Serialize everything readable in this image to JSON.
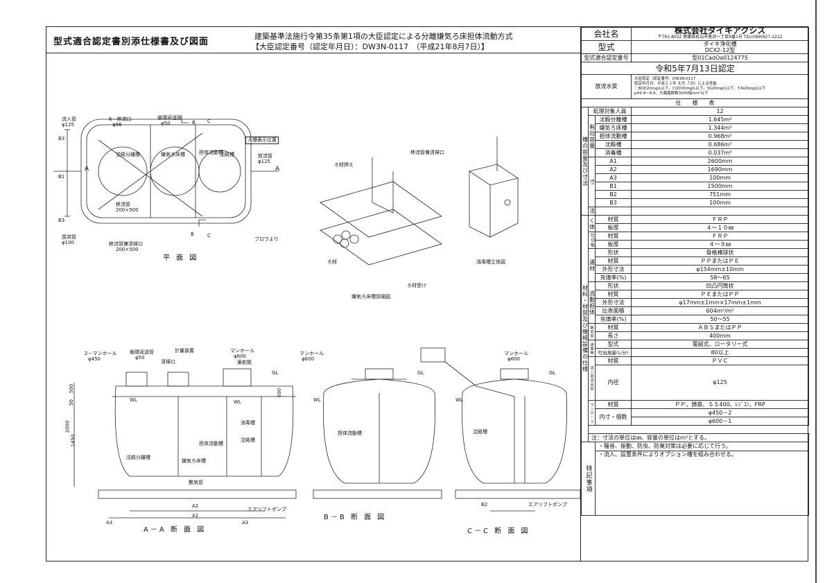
{
  "header": {
    "title": "型式適合認定書別添仕様書及び図面",
    "subtitle1": "建築基準法施行令第35条第1項の大臣認定による分離嫌気ろ床担体流動方式",
    "subtitle2": "【大臣認定番号（認定年月日）：DW3N-0117　（平成21年8月7日）】"
  },
  "company": {
    "label": "会社名",
    "name": "株式会社ダイキアクシス",
    "address": "〒791-8022 愛媛県松山市美沢一丁目9番1号 TEL(089)927-2222"
  },
  "model": {
    "label": "型式",
    "name": "ダイキ浄化槽",
    "code": "DCX2-12型"
  },
  "cert": {
    "label": "型式適合認定番号",
    "number": "型01CadOa0124775",
    "date": "令和5年7月13日認定"
  },
  "discharge": {
    "label": "放流水質",
    "line1": "大臣認定（認定番号：DW3N-0117",
    "line2": "認定年月日：平成２１年 ８月 ７日）による性能",
    "line3": "：BOD20mg/L以下、COD30mg/L以下、SS20mg/L以下、T-N20mg/L以下",
    "line4": "pH5.8～8.6、大腸菌群数3000個/cm³以下"
  },
  "spec_header": "仕　　様　　表",
  "capacity": {
    "group": "槽の容量及び寸法",
    "people_label": "処理対象人員",
    "people_value": "12",
    "vol_group": "有効容量",
    "rows": [
      {
        "name": "沈殿分離槽",
        "value": "1.645m³"
      },
      {
        "name": "嫌気ろ床槽",
        "value": "1.344m³"
      },
      {
        "name": "担体流動槽",
        "value": "0.968m³"
      },
      {
        "name": "沈殿槽",
        "value": "0.686m³"
      },
      {
        "name": "消毒槽",
        "value": "0.037m³"
      }
    ],
    "dim_group": "寸",
    "dims": [
      {
        "name": "A1",
        "value": "2600mm"
      },
      {
        "name": "A2",
        "value": "1690mm"
      },
      {
        "name": "A3",
        "value": "100mm"
      },
      {
        "name": "B1",
        "value": "1500mm"
      },
      {
        "name": "B2",
        "value": "751mm"
      },
      {
        "name": "B3",
        "value": "100mm"
      }
    ],
    "dim_group2": "法"
  },
  "materials": {
    "group": "材料・材質及び機械設備の仕様",
    "body_group": "く体",
    "body": [
      {
        "name": "材質",
        "value": "ＦＲＰ"
      },
      {
        "name": "板厚",
        "value": "４～１０㎜"
      }
    ],
    "partition_group": "仕切板",
    "partition": [
      {
        "name": "材質",
        "value": "ＦＲＰ"
      },
      {
        "name": "板厚",
        "value": "４～９㎜"
      }
    ],
    "filter_group": "濾材",
    "filter": [
      {
        "name": "形状",
        "value": "骨格樺球状"
      },
      {
        "name": "材質",
        "value": "ＰＰまたはＰＥ"
      },
      {
        "name": "外形寸法",
        "value": "φ154mm±10mm"
      },
      {
        "name": "充填率(%)",
        "value": "58～65"
      }
    ],
    "carrier_group": "流動担体",
    "carrier": [
      {
        "name": "形状",
        "value": "凹凸円筒状"
      },
      {
        "name": "材質",
        "value": "ＰＥまたはＰＰ"
      },
      {
        "name": "外形寸法",
        "value": "φ17mm±1mm×17mm±1mm"
      },
      {
        "name": "比表面積",
        "value": "604m²/m³"
      },
      {
        "name": "充填率(%)",
        "value": "50～55"
      }
    ],
    "diffuser_group": "散気管",
    "diffuser": [
      {
        "name": "材質",
        "value": "ＡＢＳまたはＰＰ"
      },
      {
        "name": "長さ",
        "value": "400mm"
      }
    ],
    "blower_group": "送風機",
    "blower": [
      {
        "name": "型式",
        "value": "電磁式、ロータリー式"
      },
      {
        "name": "吐出風量(L/分)",
        "value": "80以上"
      }
    ],
    "pipe_group": "流入管流出管",
    "pipe": [
      {
        "name": "材質",
        "value": "ＰＶＣ"
      },
      {
        "name": "内径",
        "value": "φ125"
      }
    ],
    "manhole_group": "マンホール",
    "manhole_material_label": "材質",
    "manhole_material": "ＰＰ、鋳鉄、ＳＳ400、ﾚｼﾞｺﾝ、FRP",
    "manhole_size_label": "内寸・個数",
    "manhole_size1": "φ450－2",
    "manhole_size2": "φ600－1"
  },
  "notes": {
    "unit_note": "注：寸法の単位は㎜、容量の単位はｍ³とする。",
    "special_label": "特記事項",
    "special1": "・騒音、振動、防虫、防臭対策は必要に応じて行う。",
    "special2": "・流入、設置条件によりオプション槽を組み合わせる。"
  },
  "drawings": {
    "plan_title": "平 面 図",
    "aa_title": "A－A 断 面 図",
    "bb_title": "B－B 断 面 図",
    "cc_title": "C－C 断 面 図",
    "detail_title": "嫌気ろ床槽詳細図",
    "disinfect_title": "消毒槽立体図",
    "labels": {
      "inflow": "流入管",
      "inflow_d": "φ125",
      "transfer": "6－移流口",
      "transfer_d": "φ96",
      "return": "循環返送管",
      "return_d": "φ50",
      "b_mark": "B",
      "c_mark": "C",
      "a_mark": "A",
      "person": "人槽表示位置",
      "outflow": "放流管",
      "outflow_d": "φ125",
      "sep": "沈殿分離槽",
      "anaer": "嫌気ろ床槽",
      "carrier_tank": "担体流動槽",
      "settle": "沈殿槽",
      "disinfect": "消毒槽",
      "move_pipe": "移流管",
      "move_size": "200×500",
      "vent": "臭突管",
      "vent_d": "φ100",
      "clean_port": "移流管兼清掃口",
      "clean_size": "200×500",
      "blower_from": "ブロワより",
      "b3": "B3",
      "b1": "B1",
      "filter_press": "ろ材押え",
      "filter": "ろ材",
      "filter_rest": "ろ材受け",
      "sludge_port": "移流管兼清掃口",
      "manhole2": "2－マンホール",
      "manhole2_d": "φ450",
      "return2": "循環返送管",
      "return2_d": "φ50",
      "meter": "計量装置",
      "cleanout": "清掃口",
      "manhole600": "マンホール",
      "manhole600_d": "φ600",
      "chem": "薬剤筒",
      "gl": "GL",
      "wl": "WL",
      "diffuser": "散気管",
      "airlift": "エアリフトポンプ",
      "a1": "A1",
      "a2": "A2",
      "a3": "A3",
      "b2": "B2",
      "h2000": "2000",
      "h1450": "1450",
      "h50": "50",
      "h500": "500",
      "h600": "600"
    }
  }
}
